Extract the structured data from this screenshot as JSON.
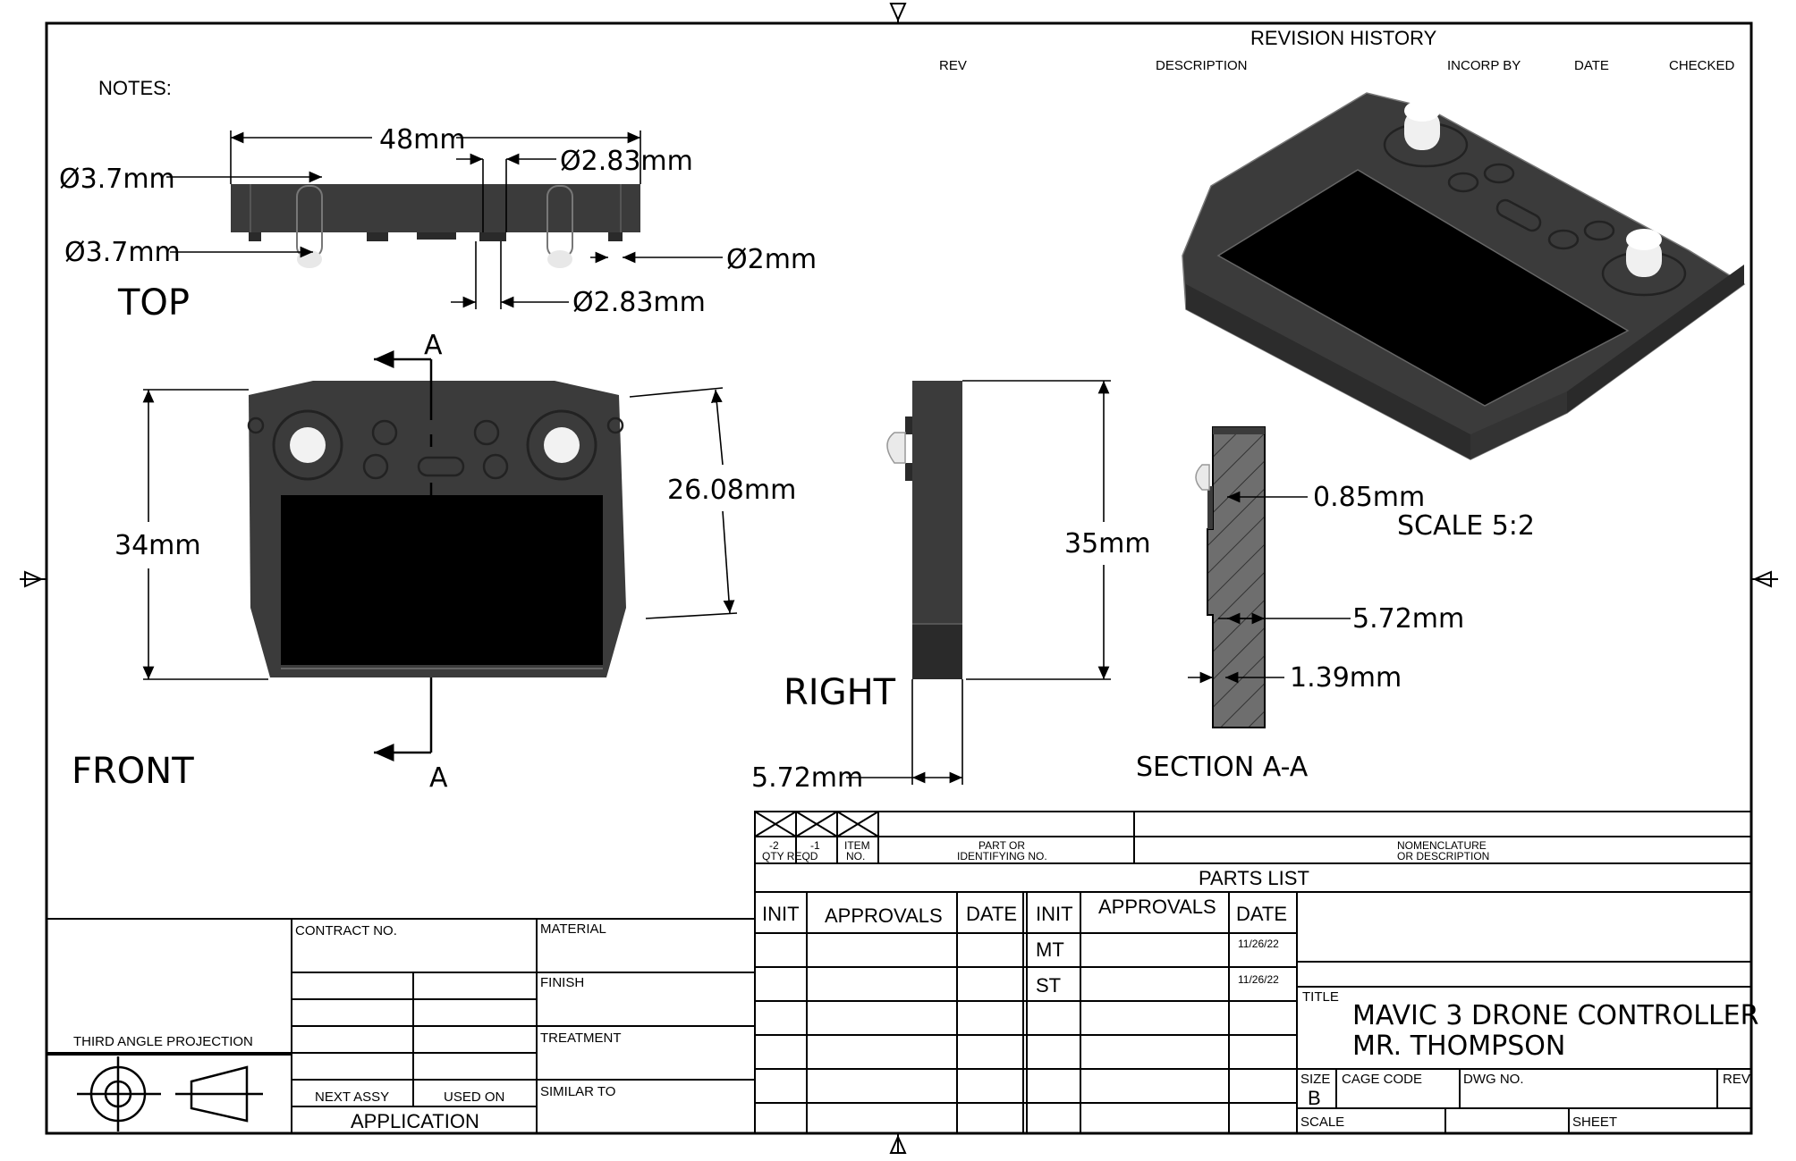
{
  "notes_label": "NOTES:",
  "revision": {
    "title": "REVISION HISTORY",
    "headers": [
      "REV",
      "DESCRIPTION",
      "INCORP BY",
      "DATE",
      "CHECKED"
    ]
  },
  "views": {
    "top": "TOP",
    "front": "FRONT",
    "right": "RIGHT",
    "section": "SECTION A-A",
    "scale": "SCALE 5:2",
    "section_marker": "A"
  },
  "dimensions": {
    "top_width": "48mm",
    "top_hole_a": "Ø3.7mm",
    "top_hole_b": "Ø3.7mm",
    "top_hole_c": "Ø2.83mm",
    "top_hole_d": "Ø2mm",
    "top_hole_e": "Ø2.83mm",
    "front_height": "34mm",
    "front_screen": "26.08mm",
    "right_height": "35mm",
    "right_depth": "5.72mm",
    "section_a": "0.85mm",
    "section_b": "5.72mm",
    "section_c": "1.39mm"
  },
  "parts_list": {
    "title": "PARTS LIST",
    "qty_a": "-2",
    "qty_b": "-1",
    "item": "ITEM",
    "item_no": "NO.",
    "qty_reqd": "QTY REQD",
    "part_or": "PART OR",
    "identifying": "IDENTIFYING NO.",
    "nomenclature": "NOMENCLATURE",
    "or_description": "OR DESCRIPTION"
  },
  "approvals": {
    "init": "INIT",
    "approvals": "APPROVALS",
    "date": "DATE",
    "rows": [
      {
        "init": "MT",
        "date": "11/26/22"
      },
      {
        "init": "ST",
        "date": "11/26/22"
      }
    ]
  },
  "left_block": {
    "contract_no": "CONTRACT NO.",
    "material": "MATERIAL",
    "finish": "FINISH",
    "treatment": "TREATMENT",
    "similar_to": "SIMILAR TO",
    "third_angle": "THIRD ANGLE PROJECTION",
    "next_assy": "NEXT ASSY",
    "used_on": "USED ON",
    "application": "APPLICATION"
  },
  "title_block": {
    "title_label": "TITLE",
    "title_line1": "MAVIC 3 DRONE CONTROLLER",
    "title_line2": "MR. THOMPSON",
    "size_label": "SIZE",
    "size_value": "B",
    "cage_code": "CAGE CODE",
    "dwg_no": "DWG NO.",
    "rev": "REV",
    "scale": "SCALE",
    "sheet": "SHEET"
  },
  "colors": {
    "body": "#3b3b3b",
    "body_dark": "#2a2a2a",
    "screen": "#000000",
    "line": "#000000",
    "hatch": "#6e6e6e"
  }
}
